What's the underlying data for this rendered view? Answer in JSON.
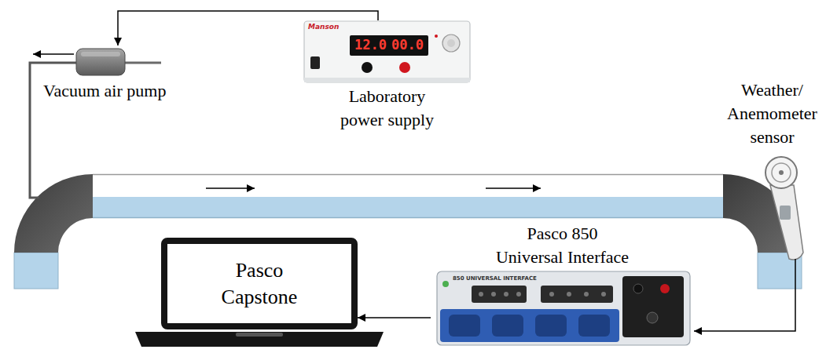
{
  "diagram": {
    "nodes": [
      {
        "text": [
          "Vacuum air pump"
        ]
      },
      {
        "text": [
          "Laboratory power supply"
        ]
      },
      {
        "text": [
          "Weather/ Anemometer sensor"
        ]
      },
      {
        "text": [
          "Pasco 850 Universal Interface"
        ]
      },
      {
        "text": [
          "Pasco Capstone"
        ]
      }
    ],
    "edges": [
      {
        "from": 1,
        "to": 0,
        "arrow": "to"
      },
      {
        "from": 2,
        "to": 3,
        "arrow": "to"
      },
      {
        "from": 3,
        "to": 4,
        "arrow": "to"
      }
    ],
    "labels": [
      "Manson",
      "12.0",
      "00.0",
      "850 UNIVERSAL INTERFACE"
    ]
  }
}
